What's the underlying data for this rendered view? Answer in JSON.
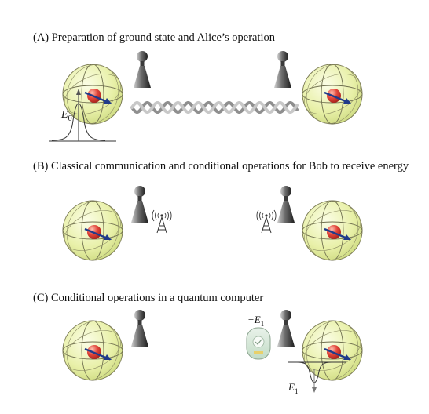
{
  "panels": {
    "a": {
      "title": "(A) Preparation of ground state and Alice’s operation"
    },
    "b": {
      "title": "(B) Classical communication and conditional operations for Bob to receive energy"
    },
    "c": {
      "title": "(C) Conditional operations in a quantum computer"
    }
  },
  "labels": {
    "e0": {
      "base": "E",
      "sub": "0"
    },
    "neg_e1": {
      "prefix": "−E",
      "sub": "1"
    },
    "e1": {
      "base": "E",
      "sub": "1"
    }
  },
  "colors": {
    "sphere_fill": "#e8f0a8",
    "sphere_edge": "#7a7a55",
    "qubit": "#d83a30",
    "arrow": "#1f3a8a",
    "pawn": "#333333",
    "entanglement": "#9a9a9a"
  },
  "icons": [
    "bloch-sphere",
    "qubit-ball",
    "spin-arrow",
    "pawn-operator",
    "entanglement-helix",
    "antenna-tower-icon",
    "quantum-chip-icon"
  ]
}
